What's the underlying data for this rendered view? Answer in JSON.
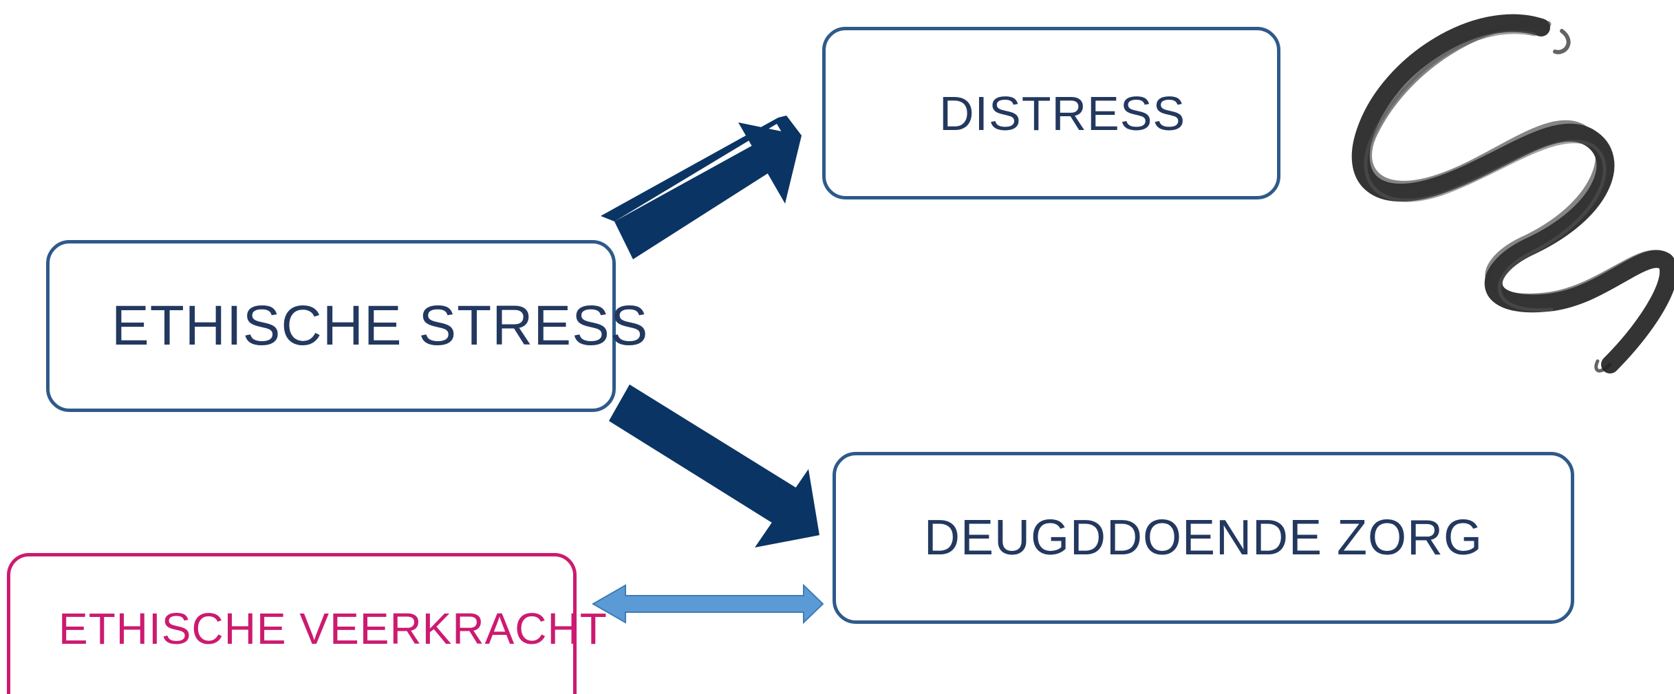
{
  "nodes": {
    "ethische_stress": "ETHISCHE STRESS",
    "distress": "DISTRESS",
    "deugddoende_zorg": "DEUGDDOENDE ZORG",
    "ethische_veerkracht": "ETHISCHE VEERKRACHT"
  },
  "edges": [
    {
      "from": "ethische_stress",
      "to": "distress",
      "style": "solid-arrow"
    },
    {
      "from": "ethische_stress",
      "to": "deugddoende_zorg",
      "style": "solid-arrow"
    },
    {
      "from": "ethische_veerkracht",
      "to": "deugddoende_zorg",
      "style": "double-arrow"
    }
  ],
  "decoration": {
    "brush_stroke": "ink-brush-squiggle-illustration"
  },
  "colors": {
    "node_border": "#2e5a8a",
    "node_text": "#23385f",
    "arrow_dark": "#0a3463",
    "arrow_light": "#5b9bd5",
    "accent_pink": "#cc1a70"
  }
}
